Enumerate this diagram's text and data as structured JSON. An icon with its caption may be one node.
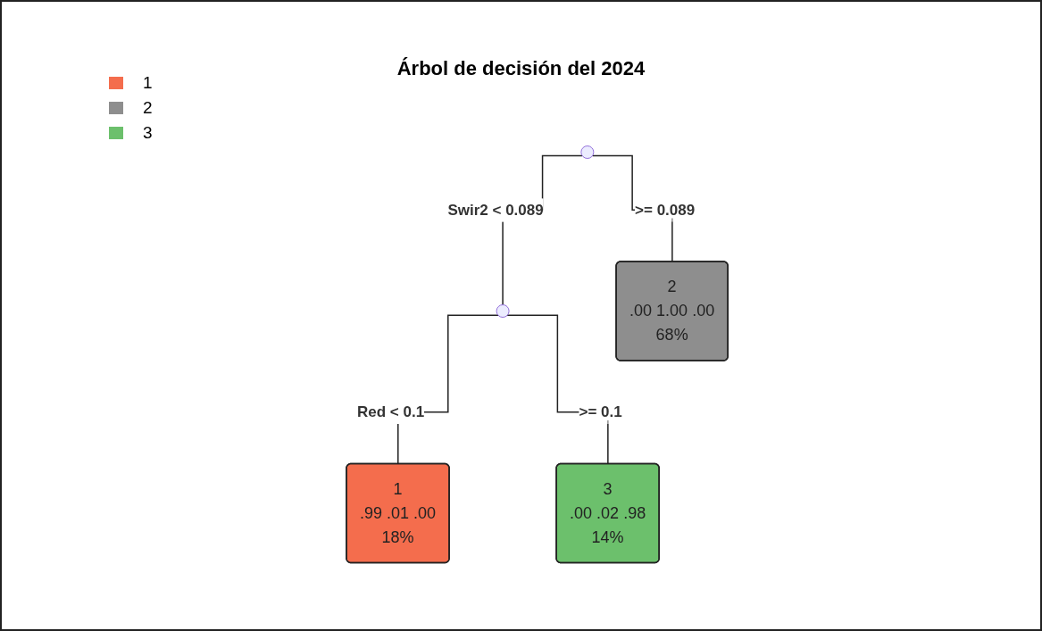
{
  "diagram": {
    "title": "Árbol de decisión del 2024",
    "nodes": [
      {
        "text": [],
        "shape": "point"
      },
      {
        "text": [],
        "shape": "point"
      },
      {
        "text": [
          "1",
          ".99 .01 .00",
          "18%"
        ]
      },
      {
        "text": [
          "3",
          ".00 .02 .98",
          "14%"
        ]
      },
      {
        "text": [
          "2",
          ".00 1.00 .00",
          "68%"
        ]
      }
    ],
    "edges": [
      {
        "from": 0,
        "to": 1,
        "arrow": "none",
        "label": "Swir2 < 0.089"
      },
      {
        "from": 0,
        "to": 4,
        "arrow": "none",
        "label": ">= 0.089"
      },
      {
        "from": 1,
        "to": 2,
        "arrow": "none",
        "label": "Red < 0.1"
      },
      {
        "from": 1,
        "to": 3,
        "arrow": "none",
        "label": ">= 0.1"
      }
    ],
    "legend": [
      {
        "text": "1",
        "color": "#f46d4d"
      },
      {
        "text": "2",
        "color": "#8e8e8e"
      },
      {
        "text": "3",
        "color": "#6cc06c"
      }
    ]
  }
}
